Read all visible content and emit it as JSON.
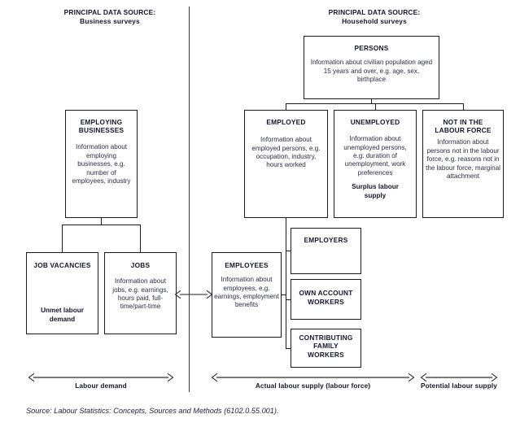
{
  "headers": {
    "left": {
      "line1": "PRINCIPAL DATA SOURCE:",
      "line2": "Business surveys"
    },
    "right": {
      "line1": "PRINCIPAL DATA SOURCE:",
      "line2": "Household surveys"
    }
  },
  "boxes": {
    "persons": {
      "title": "PERSONS",
      "body": "Information about civilian population aged 15 years and over, e.g. age, sex, birthplace"
    },
    "employing_businesses": {
      "title_line1": "EMPLOYING",
      "title_line2": "BUSINESSES",
      "body": "Information about employing businesses, e.g. number of employees, industry"
    },
    "employed": {
      "title": "EMPLOYED",
      "body": "Information about employed persons, e.g. occupation, industry, hours worked"
    },
    "unemployed": {
      "title": "UNEMPLOYED",
      "body": "Information about unemployed persons, e.g. duration of unemployment, work preferences",
      "sub": "Surplus labour supply"
    },
    "not_in_labour_force": {
      "title_line1": "NOT IN THE",
      "title_line2": "LABOUR FORCE",
      "body": "Information about persons not in the labour force, e.g. reasons not in the labour force, marginal attachment"
    },
    "job_vacancies": {
      "title": "JOB VACANCIES",
      "sub": "Unmet labour demand"
    },
    "jobs": {
      "title": "JOBS",
      "body": "Information about jobs, e.g. earnings, hours paid, full-time/part-time"
    },
    "employees": {
      "title": "EMPLOYEES",
      "body": "Information about employees, e.g. earnings, employment benefits"
    },
    "employers": {
      "title": "EMPLOYERS"
    },
    "own_account_workers": {
      "title_line1": "OWN ACCOUNT",
      "title_line2": "WORKERS"
    },
    "contributing_family_workers": {
      "title_line1": "CONTRIBUTING",
      "title_line2": "FAMILY",
      "title_line3": "WORKERS"
    }
  },
  "scales": {
    "labour_demand": "Labour demand",
    "actual_labour_supply": "Actual labour supply (labour force)",
    "potential_labour_supply": "Potential labour supply"
  },
  "source": "Source: Labour Statistics: Concepts, Sources and Methods (6102.0.55.001).",
  "colors": {
    "line": "#1c1c1c",
    "divider": "#3a3a3a",
    "text": "#15152b",
    "body_text": "#2b2b45",
    "background": "#ffffff"
  }
}
